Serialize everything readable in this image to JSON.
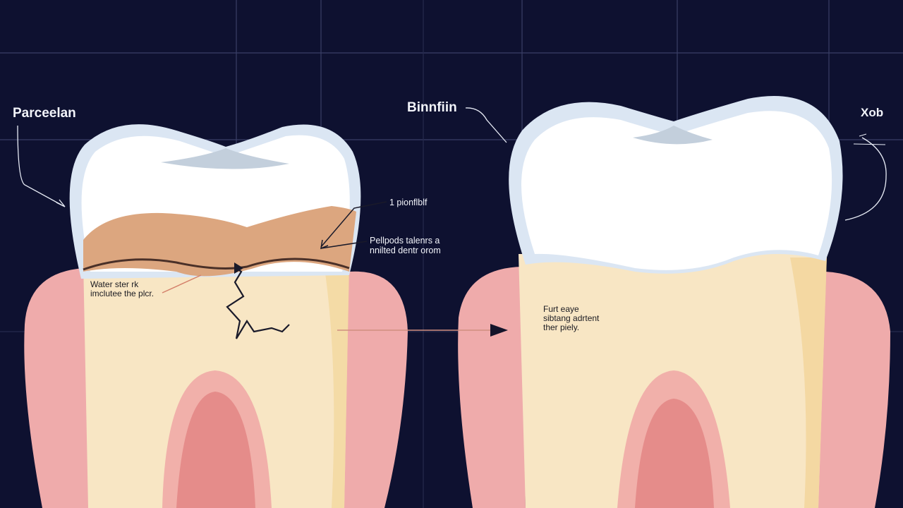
{
  "labels": {
    "left_title": "Parceelan",
    "middle_title": "Binnfiin",
    "right_title": "Xob",
    "callout_1": "1 pionflblf",
    "callout_2_line1": "Pellpods talenrs a",
    "callout_2_line2": "nnilted dentr orom",
    "left_note_line1": "Water ster rk",
    "left_note_line2": "imclutee the plcr.",
    "right_note_line1": "Furt eaye",
    "right_note_line2": "sibtang adrtent",
    "right_note_line3": "ther piely."
  },
  "colors": {
    "background": "#0e1130",
    "grid": "#3a3f66",
    "enamel": "#ffffff",
    "enamel_edge": "#dbe6f3",
    "dentin_band": "#dca67f",
    "root": "#f8e6c4",
    "gum": "#efabab",
    "pulp": "#e98a8a"
  }
}
